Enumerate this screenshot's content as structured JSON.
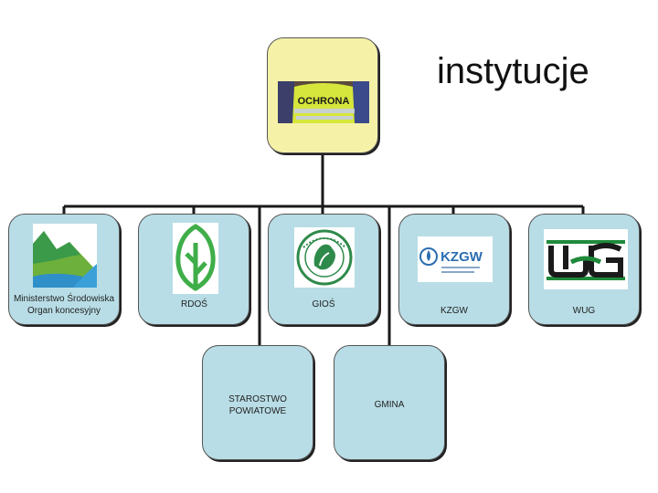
{
  "title": "instytucje",
  "root": {
    "patch_text": "OCHRONA"
  },
  "nodes": [
    {
      "id": "ministerstwo",
      "label_line1": "Ministerstwo Środowiska",
      "label_line2": "Organ koncesyjny",
      "logo": "ministry-mountain-icon"
    },
    {
      "id": "rdos",
      "label": "RDOŚ",
      "logo": "leaf-icon"
    },
    {
      "id": "gios",
      "label": "GIOŚ",
      "logo": "gios-seal-icon"
    },
    {
      "id": "kzgw",
      "label": "KZGW",
      "logo": "kzgw-logo-icon",
      "logo_text": "KZGW"
    },
    {
      "id": "wug",
      "label": "WUG",
      "logo": "wug-logo-icon"
    },
    {
      "id": "starostwo",
      "label_line1": "STAROSTWO",
      "label_line2": "POWIATOWE"
    },
    {
      "id": "gmina",
      "label": "GMINA"
    }
  ],
  "colors": {
    "node_fill": "#b8dde6",
    "root_fill": "#f5f2a8",
    "connector": "#1a1a1a",
    "leaf_green": "#3fae49",
    "wug_green": "#1f8a3a"
  }
}
